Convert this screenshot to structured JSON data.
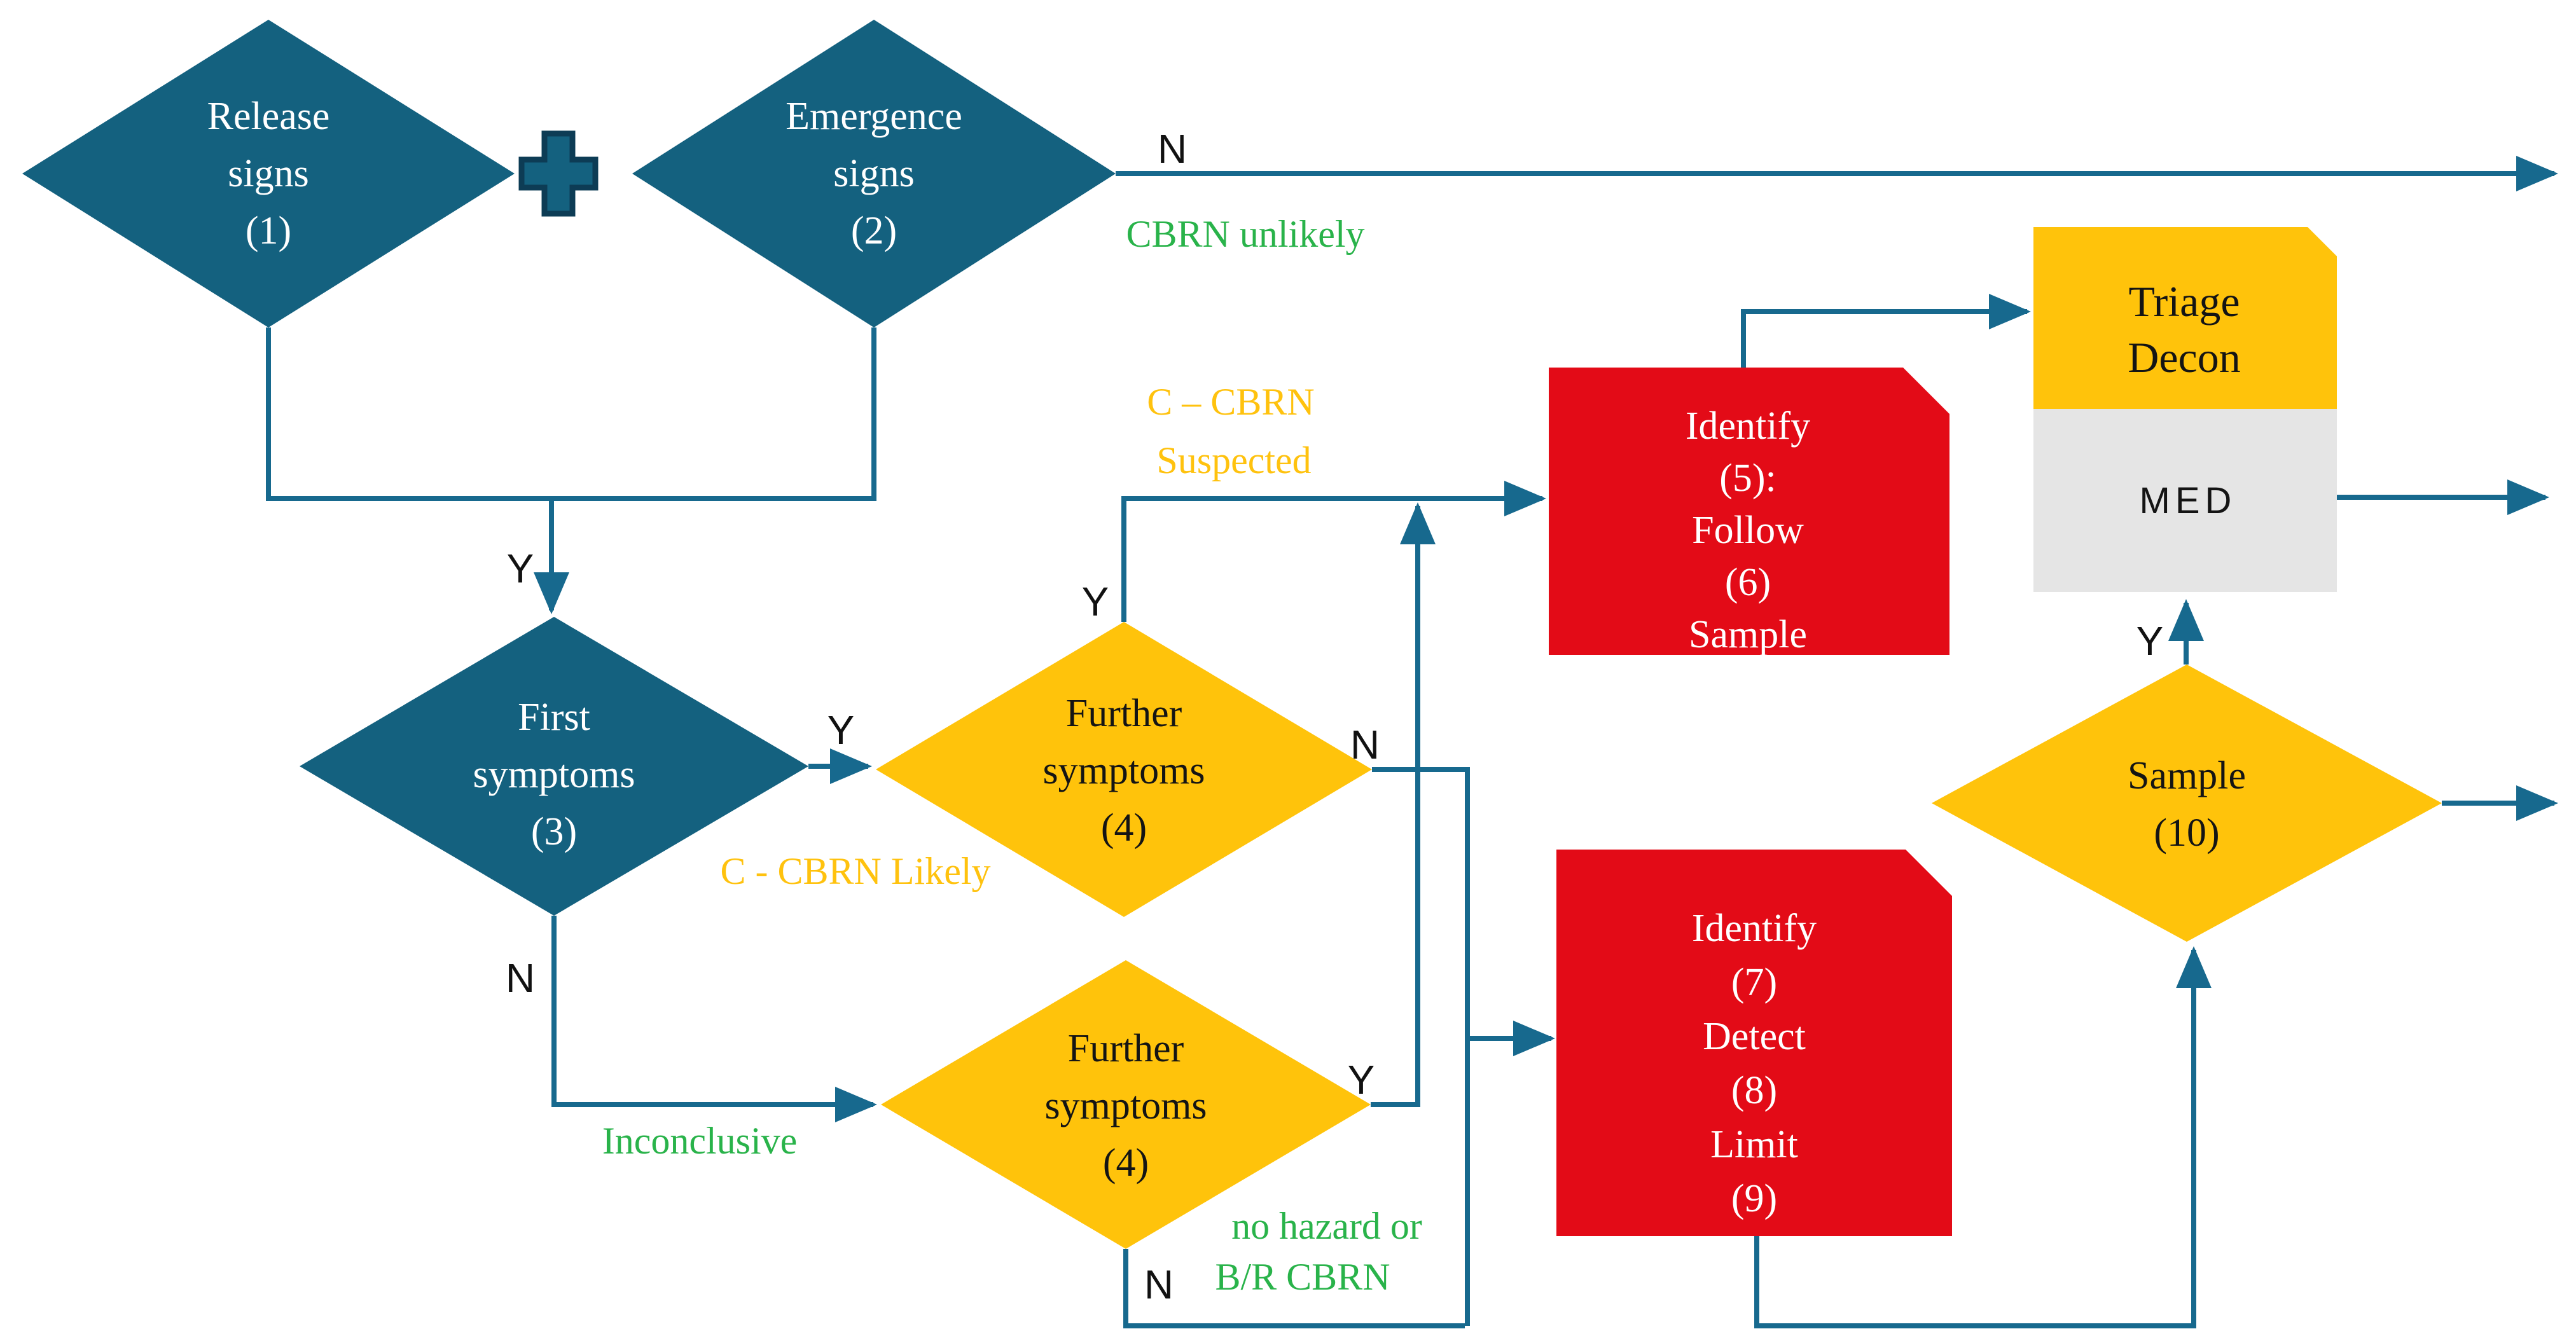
{
  "diagram": {
    "title": "CBRN assessment flowchart",
    "colors": {
      "teal": "#14617F",
      "teal_dark": "#0D3C55",
      "line": "#17698E",
      "yellow": "#FFC30B",
      "red": "#E30B17",
      "gray": "#E5E5E5",
      "green": "#29B34A",
      "yellow_text": "#FFC20E",
      "black_text": "#141414",
      "white_text": "#FFFFFF"
    },
    "nodes": {
      "release": {
        "lines": [
          "Release",
          "signs",
          "(1)"
        ]
      },
      "emergence": {
        "lines": [
          "Emergence",
          "signs",
          "(2)"
        ]
      },
      "first_symptoms": {
        "lines": [
          "First",
          "symptoms",
          "(3)"
        ]
      },
      "further_symptoms_top": {
        "lines": [
          "Further",
          "symptoms",
          "(4)"
        ]
      },
      "further_symptoms_bottom": {
        "lines": [
          "Further",
          "symptoms",
          "(4)"
        ]
      },
      "identify_follow_sample": {
        "lines": [
          "Identify",
          "(5):",
          "Follow",
          "(6)",
          "Sample"
        ]
      },
      "identify_detect_limit": {
        "lines": [
          "Identify",
          "(7)",
          "Detect",
          "(8)",
          "Limit",
          "(9)"
        ]
      },
      "triage_decon": {
        "lines": [
          "Triage",
          "Decon"
        ]
      },
      "med": {
        "label": "MED"
      },
      "sample": {
        "lines": [
          "Sample",
          "(10)"
        ]
      }
    },
    "labels": {
      "top_n": "N",
      "cbrn_unlikely": "CBRN unlikely",
      "merge_y": "Y",
      "first_yes_y": "Y",
      "c_cbrn_likely": "C - CBRN Likely",
      "first_no_n": "N",
      "inconclusive": "Inconclusive",
      "further_top_y": "Y",
      "c_cbrn_suspected_line1": "C – CBRN",
      "c_cbrn_suspected_line2": "Suspected",
      "further_top_n": "N",
      "further_bottom_y": "Y",
      "further_bottom_n": "N",
      "no_hazard_line1": "no hazard or",
      "no_hazard_line2": "B/R CBRN",
      "sample_yes_y": "Y"
    }
  }
}
